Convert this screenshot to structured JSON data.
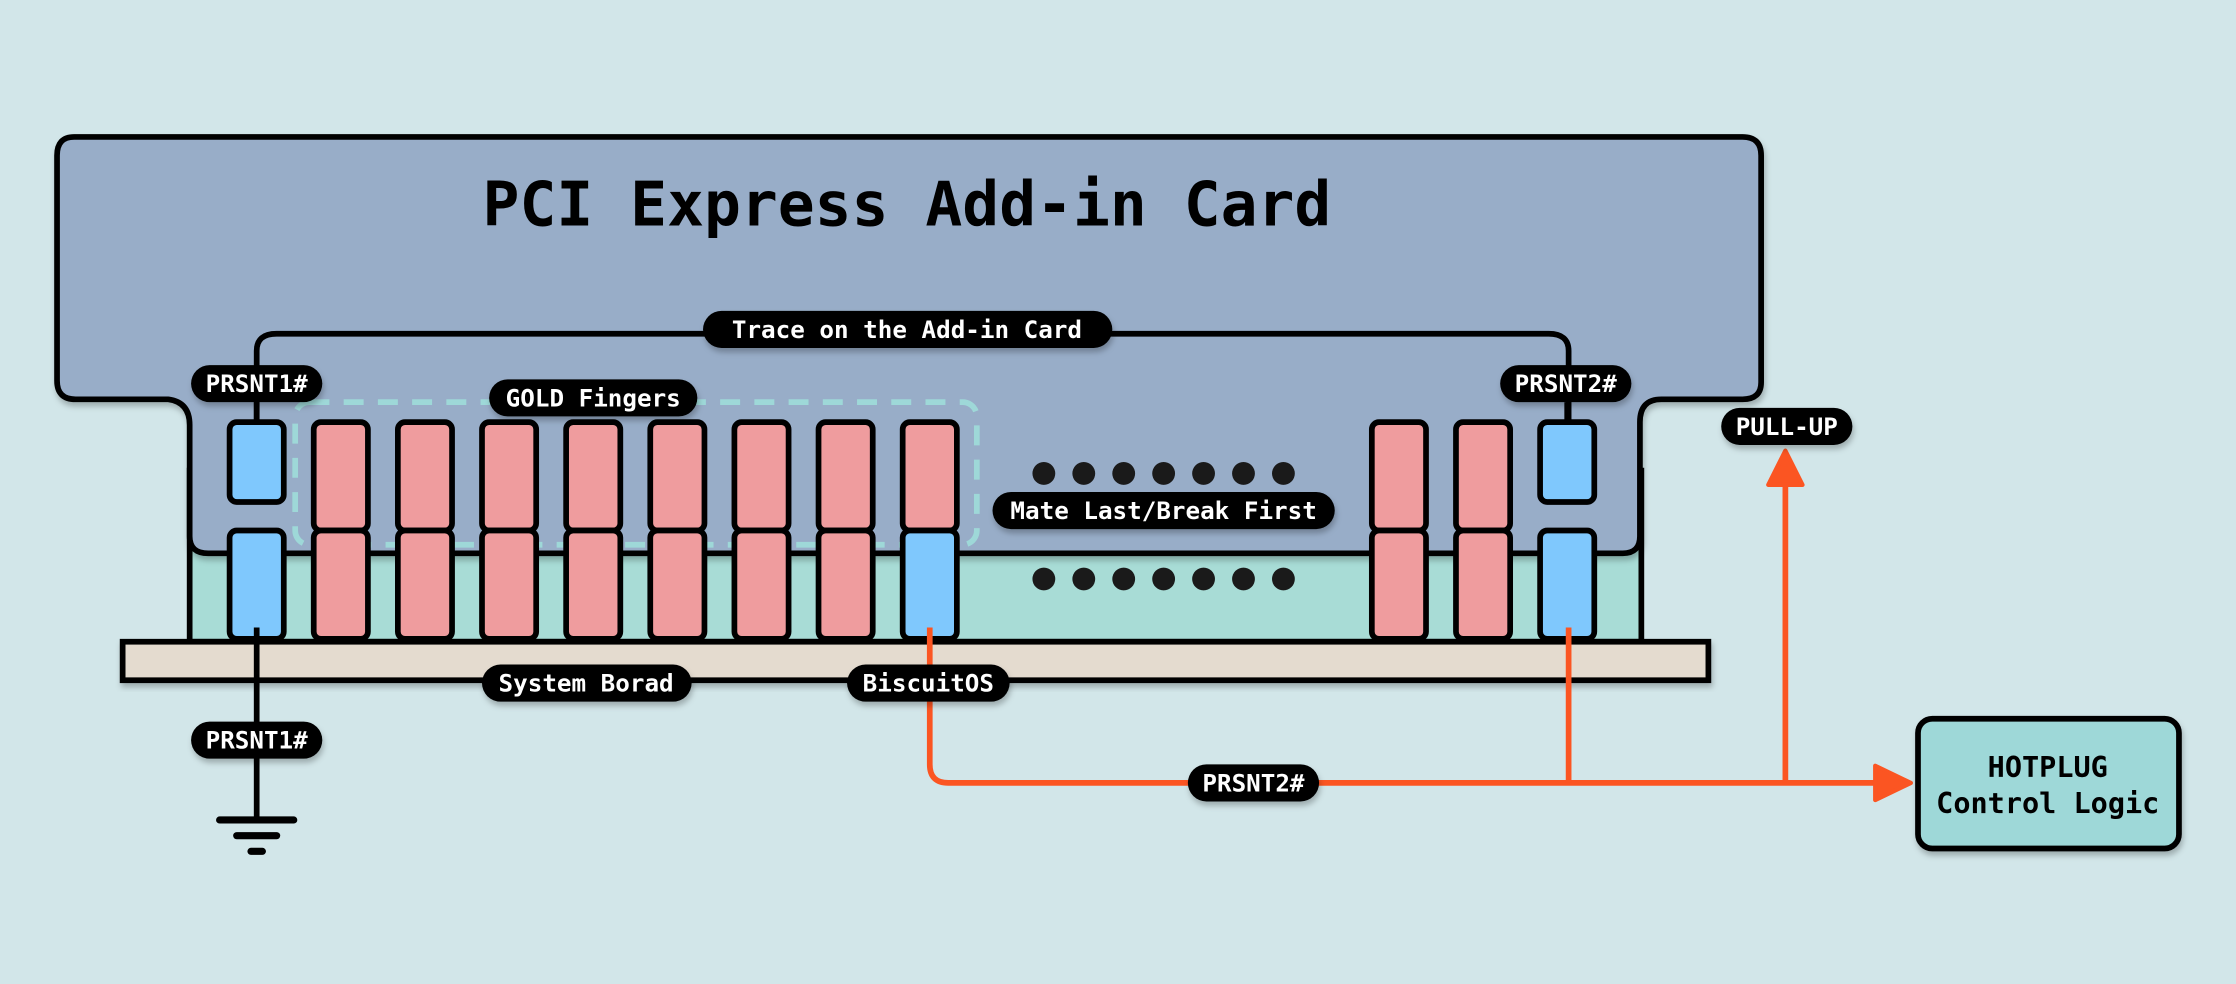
{
  "title": "PCI Express Add-in Card",
  "labels": {
    "trace": "Trace on the Add-in Card",
    "prsnt1_card": "PRSNT1#",
    "prsnt2_card": "PRSNT2#",
    "gold_fingers": "GOLD Fingers",
    "mate_last": "Mate Last/Break First",
    "system_board": "System Borad",
    "biscuitos": "BiscuitOS",
    "prsnt1_ground": "PRSNT1#",
    "prsnt2_signal": "PRSNT2#",
    "pull_up": "PULL-UP",
    "hotplug_line1": "HOTPLUG",
    "hotplug_line2": "Control Logic"
  },
  "fingers": {
    "left_group": [
      "short-blue",
      "pink",
      "pink",
      "pink",
      "pink",
      "pink",
      "pink",
      "pink",
      "pink-top-blue-bottom"
    ],
    "right_group": [
      "pink",
      "pink",
      "short-blue"
    ]
  },
  "colors": {
    "background": "#d2e6e9",
    "card": "#98adc8",
    "slot": "#a8dcd6",
    "board": "#e4dbcf",
    "pink_finger": "#ef9c9e",
    "blue_finger": "#7fc8fd",
    "signal": "#fb5522",
    "hotplug_box": "#9ed8d8",
    "dashed": "#9ed8d8"
  }
}
